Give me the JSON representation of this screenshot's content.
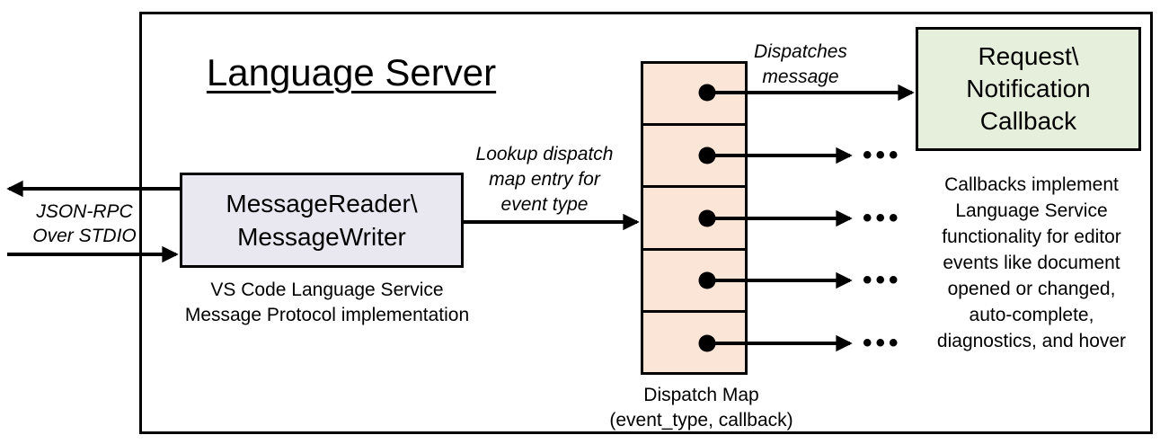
{
  "title": "Language Server",
  "io_label": {
    "lines": [
      "JSON-RPC",
      "Over STDIO"
    ]
  },
  "reader_box": {
    "lines": [
      "MessageReader\\",
      "MessageWriter"
    ],
    "caption": [
      "VS Code Language Service",
      "Message Protocol implementation"
    ]
  },
  "lookup_label": {
    "lines": [
      "Lookup dispatch",
      "map entry for",
      "event type"
    ]
  },
  "dispatch_map": {
    "row_count": 5,
    "caption": [
      "Dispatch Map",
      "(event_type, callback)"
    ]
  },
  "dispatches_label": {
    "lines": [
      "Dispatches",
      "message"
    ]
  },
  "callback_box": {
    "lines": [
      "Request\\",
      "Notification",
      "Callback"
    ]
  },
  "callbacks_note": {
    "lines": [
      "Callbacks implement",
      "Language Service",
      "functionality for editor",
      "events like document",
      "opened or changed,",
      "auto-complete,",
      "diagnostics, and hover"
    ]
  },
  "ellipsis": "•••",
  "colors": {
    "reader_box_fill": "#e9e8f0",
    "dispatch_map_fill": "#fbe5d6",
    "callback_box_fill": "#e6efdc",
    "stroke": "#000000",
    "background": "#ffffff"
  }
}
